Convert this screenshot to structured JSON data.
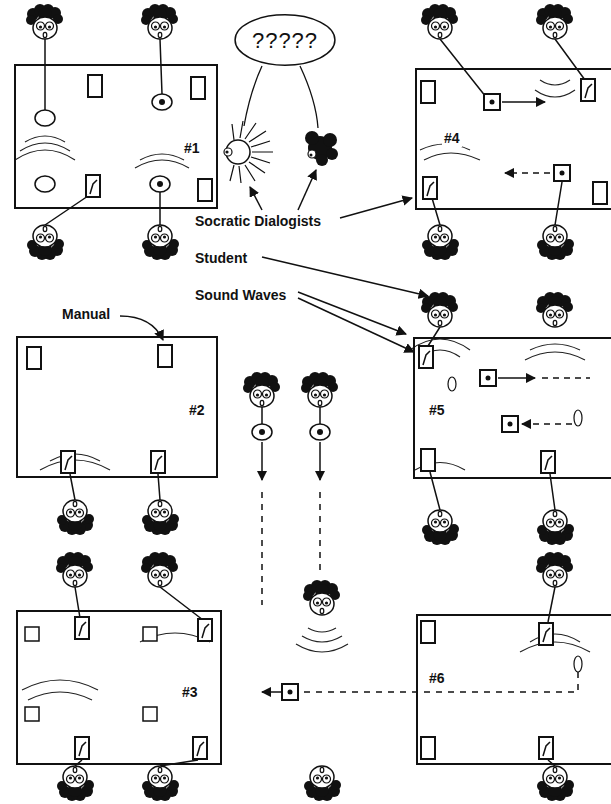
{
  "diagram": {
    "nodes": [
      {
        "text": [
          "#1"
        ]
      },
      {
        "text": [
          "?????"
        ]
      },
      {
        "text": [
          "#4"
        ]
      },
      {
        "text": [
          "#2"
        ]
      },
      {
        "text": [
          "#5"
        ]
      },
      {
        "text": [
          "#3"
        ]
      },
      {
        "text": [
          "#6"
        ]
      }
    ],
    "labels": [
      "Socratic Dialogists",
      "Student",
      "Manual",
      "Sound Waves"
    ]
  }
}
